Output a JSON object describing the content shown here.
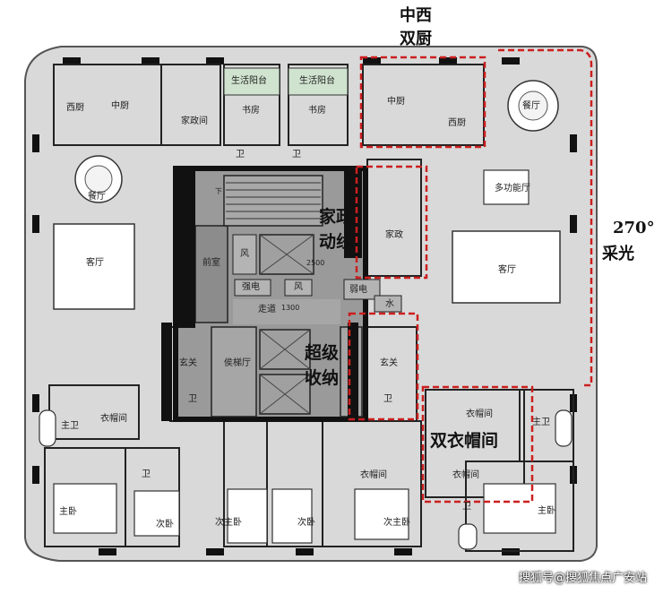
{
  "annotations": {
    "double_kitchen_line1": "中西",
    "double_kitchen_line2": "双厨",
    "daylight_degree": "270°",
    "daylight_text": "采光",
    "housekeeping_line1": "家政",
    "housekeeping_line2": "动线",
    "storage_line1": "超级",
    "storage_line2": "收纳",
    "double_wardrobe": "双衣帽间"
  },
  "rooms": {
    "west_kitchen_left": "西厨",
    "chinese_kitchen_left": "中厨",
    "housekeeping_room_left": "家政间",
    "balcony_left": "生活阳台",
    "balcony_right": "生活阳台",
    "study_left": "书房",
    "study_right": "书房",
    "chinese_kitchen_right": "中厨",
    "west_kitchen_right": "西厨",
    "dining_right": "餐厅",
    "dining_left": "餐厅",
    "multi_function": "多功能厅",
    "housekeeping_right": "家政",
    "living_left": "客厅",
    "living_right": "客厅",
    "front_room": "前室",
    "wind1": "风",
    "wind2": "风",
    "strong_electric": "强电",
    "weak_electric": "弱电",
    "water": "水",
    "corridor": "走道",
    "foyer_left": "玄关",
    "foyer_right": "玄关",
    "elevator_hall": "侯梯厅",
    "wardrobe_left": "衣帽间",
    "wardrobe_right_top": "衣帽间",
    "wardrobe_right_bottom": "衣帽间",
    "wardrobe_mid": "衣帽间",
    "master_bath_left": "主卫",
    "master_bath_right": "主卫",
    "bath_left": "卫",
    "bath_right": "卫",
    "wc1": "卫",
    "wc2": "卫",
    "wc3": "卫",
    "wc4": "卫",
    "master_bed_left": "主卧",
    "second_bed_left": "次卧",
    "second_master_1": "次主卧",
    "second_bed_mid": "次卧",
    "second_master_2": "次主卧",
    "master_bed_right": "主卧",
    "dim_2500": "2500",
    "dim_1300": "1300",
    "stair_down": "下"
  },
  "watermark": "搜狐号@搜狐焦点广安站",
  "colors": {
    "floor": "#d9d9d9",
    "core": "#9a9a9a",
    "wall": "#111111",
    "balcony": "#cfe3cf",
    "dashed": "#cc1f1f"
  }
}
